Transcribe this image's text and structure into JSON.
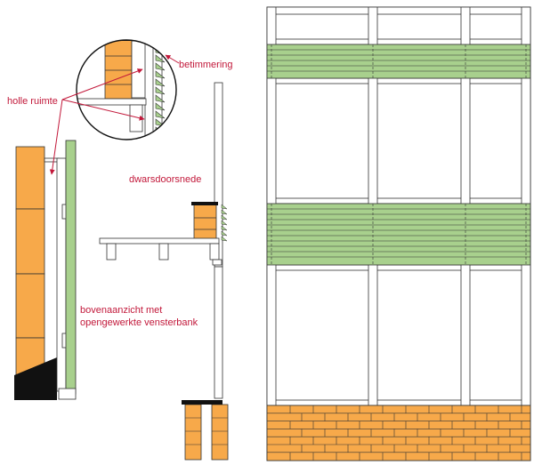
{
  "labels": {
    "holle_ruimte": "holle ruimte",
    "betimmering": "betimmering",
    "dwarsdoorsnede": "dwarsdoorsnede",
    "bovenaanzicht_line1": "bovenaanzicht met",
    "bovenaanzicht_line2": "opengewerkte vensterbank"
  },
  "colors": {
    "label": "#c2183a",
    "brick": "#f7a94a",
    "green": "#a8d08d",
    "dark": "#111111",
    "stroke": "#333333",
    "background": "#ffffff"
  }
}
